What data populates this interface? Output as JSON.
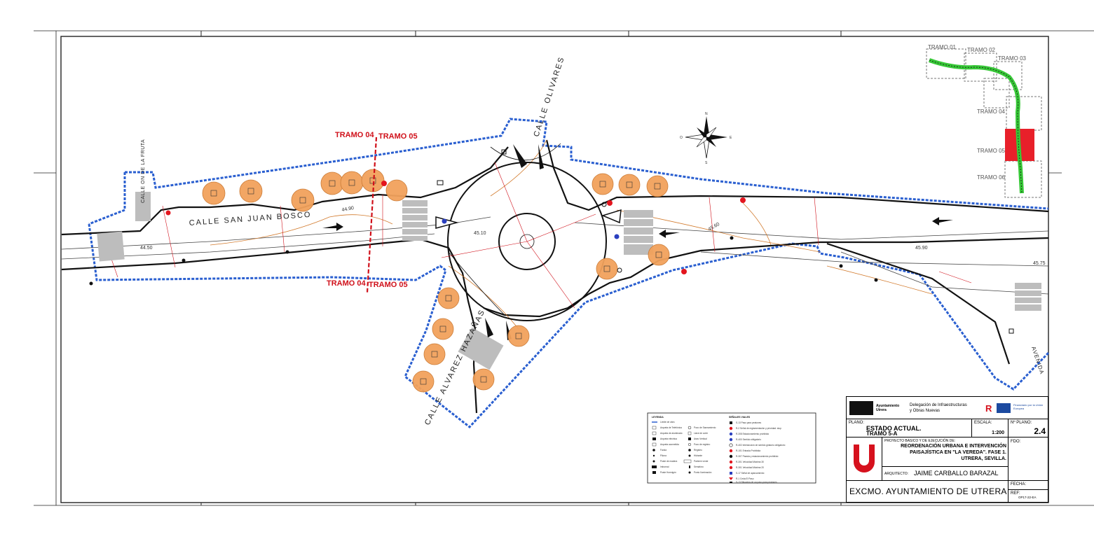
{
  "streets": {
    "san_juan_bosco": "CALLE SAN JUAN BOSCO",
    "olivares": "CALLE OLIVARES",
    "alvarez_hazanas": "CALLE ALVAREZ HAZAÑAS",
    "fruta": "CALLE ON DE LA FRUTA",
    "right_street": "AVENIDA"
  },
  "tramo_divider": {
    "top_left": "TRAMO 04",
    "top_right": "TRAMO 05",
    "bottom_left": "TRAMO 04",
    "bottom_right": "TRAMO 05"
  },
  "elevations": [
    "44.50",
    "44.90",
    "45.10",
    "45.90",
    "45.75",
    "45.60"
  ],
  "key_map": {
    "labels": [
      "TRAMO 01",
      "TRAMO 02",
      "TRAMO 03",
      "TRAMO 04",
      "TRAMO 05",
      "TRAMO 06"
    ],
    "highlight_color": "#e8202a",
    "path_color": "#37c837"
  },
  "north_arrow": {
    "n": "N",
    "s": "S",
    "e": "E",
    "w": "O"
  },
  "legend": {
    "title_left": "LEYENDA",
    "title_right": "SEÑALES VIALES",
    "left_col1": [
      "Límite de obra",
      "Arqueta de Telefónica",
      "Arqueta de alumbrado",
      "Arqueta eléctrica",
      "Arqueta acometida",
      "Farola",
      "Pilona",
      "Poste de madera",
      "Imbornal",
      "Poste Hormigón"
    ],
    "left_col2": [
      "Pozo de Saneamiento",
      "Llave de corte",
      "Aseo Vertical",
      "Pozo de registro",
      "Registro",
      "Hidrante",
      "Parterre verde",
      "Semáforo",
      "Punto Iluminación"
    ],
    "right_col": [
      "S-13 Paso para peatones",
      "R-2 Señal de reglamentación y prioridad: stop",
      "R-308 Estacionamiento prohibido",
      "R-400 Sentido obligatorio",
      "R-402 Intersección de sentido giratorio obligatorio",
      "R-101 Entrada Prohibida",
      "R-307 Parada y estacionamiento prohibido",
      "R-301 Velocidad Máxima 30",
      "R-301 Velocidad Máxima 20",
      "S-17 Señal de aparcamiento",
      "R-1 Ceda El Paso",
      "S-13 Situación de un paso para peatones"
    ]
  },
  "title_block": {
    "entity_logo": "Ayuntamiento Utrera",
    "delegation_line1": "Delegación de Infraestructuras",
    "delegation_line2": "y Obras Nuevas",
    "eu_line": "Financiado por la Unión Europea",
    "plano_label": "PLANO:",
    "plano_title": "ESTADO ACTUAL.",
    "plano_sub": "TRAMO 5-A",
    "escala_label": "ESCALA:",
    "escala_value": "1:200",
    "nplano_label": "Nº PLANO:",
    "nplano_value": "2.4",
    "project_label": "PROYECTO BASICO Y DE EJECUCIÓN DE:",
    "project_line1": "REORDENACIÓN URBANA E INTERVENCIÓN",
    "project_line2": "PAISAJÍSTICA EN \"LA VEREDA\". FASE 1.",
    "project_line3": "UTRERA, SEVILLA.",
    "fdo_label": "FDO:",
    "arquitecto_label": "ARQUITECTO:",
    "arquitecto_name": "JAIME CARBALLO BARAZAL",
    "footer_entity": "EXCMO. AYUNTAMIENTO DE UTRERA",
    "fecha_label": "FECHA:",
    "ref_label": "REF:",
    "ref_value": "OP17-22-EA",
    "brand_red": "#d6111d",
    "eu_blue": "#1c4aa0"
  }
}
